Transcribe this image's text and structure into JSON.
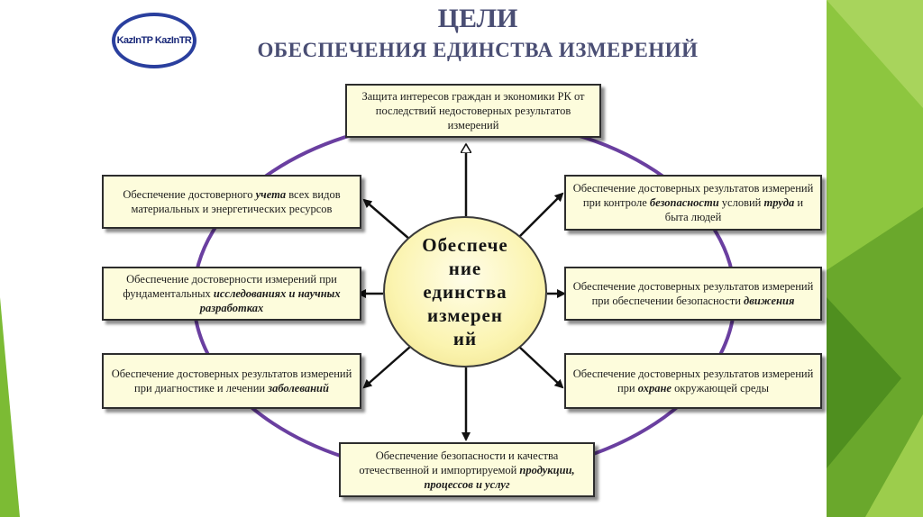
{
  "logo": {
    "text": "KazInTP KazInTR"
  },
  "title": {
    "line1": "ЦЕЛИ",
    "line2": "ОБЕСПЕЧЕНИЯ ЕДИНСТВА ИЗМЕРЕНИЙ"
  },
  "center": {
    "text": "Обеспече\nние\nединства\nизмерен\nий"
  },
  "goals": {
    "top": {
      "text": "Защита интересов граждан и экономики РК от последствий недостоверных результатов измерений"
    },
    "left1": {
      "before": "Обеспечение достоверного ",
      "emph": "учета",
      "after": " всех видов материальных и энергетических ресурсов"
    },
    "left2": {
      "before": "Обеспечение достоверности измерений при фундаментальных ",
      "emph": "исследованиях и научных разработках",
      "after": ""
    },
    "left3": {
      "before": "Обеспечение достоверных результатов измерений при диагностике и лечении ",
      "emph": "заболеваний",
      "after": ""
    },
    "right1": {
      "before": "Обеспечение достоверных результатов измерений при контроле ",
      "emph": "безопасности",
      "mid": " условий ",
      "emph2": "труда",
      "after": " и быта людей"
    },
    "right2": {
      "before": "Обеспечение достоверных результатов измерений при обеспечении безопасности ",
      "emph": "движения",
      "after": ""
    },
    "right3": {
      "before": "Обеспечение достоверных результатов измерений при ",
      "emph": "охране",
      "after": " окружающей среды"
    },
    "bottom": {
      "before": "Обеспечение безопасности и качества отечественной и импортируемой ",
      "emph": "продукции, процессов и услуг",
      "after": ""
    }
  },
  "colors": {
    "ring": "#6a3fa0",
    "box_fill": "#fdfcdc",
    "title": "#4a4e74",
    "accent_green": "#8dc63f"
  }
}
